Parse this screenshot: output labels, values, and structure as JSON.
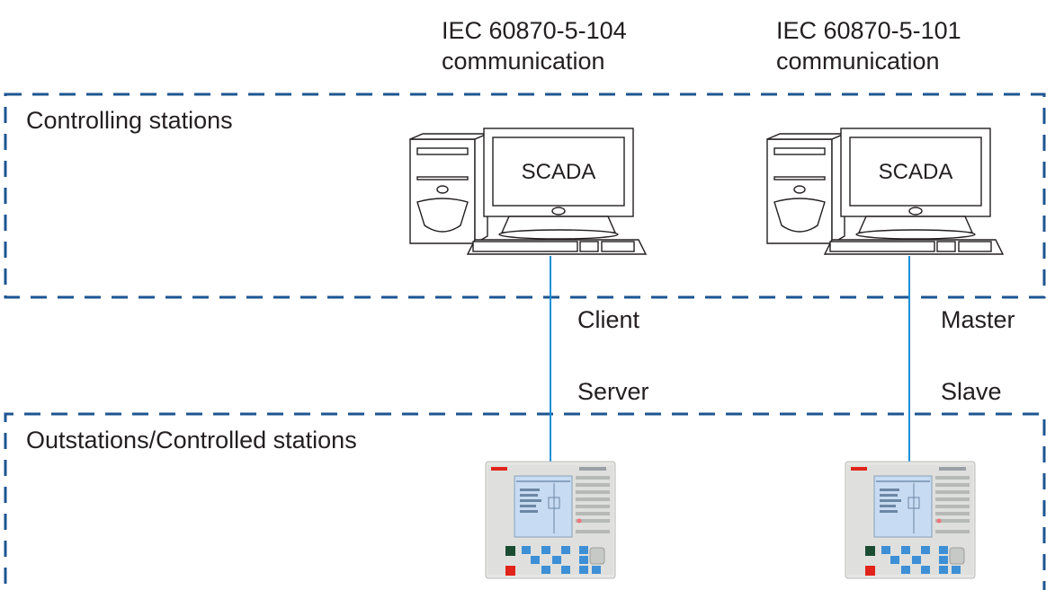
{
  "protocols": [
    {
      "line1": "IEC 60870-5-104",
      "line2": "communication"
    },
    {
      "line1": "IEC 60870-5-101",
      "line2": "communication"
    }
  ],
  "zones": {
    "controlling": "Controlling stations",
    "controlled": "Outstations/Controlled stations"
  },
  "stations": [
    {
      "screen_label": "SCADA",
      "upper_role": "Client",
      "lower_role": "Server"
    },
    {
      "screen_label": "SCADA",
      "upper_role": "Master",
      "lower_role": "Slave"
    }
  ],
  "colors": {
    "zone_border": "#1d5592",
    "link": "#1a8fd8",
    "text": "#231f20"
  }
}
